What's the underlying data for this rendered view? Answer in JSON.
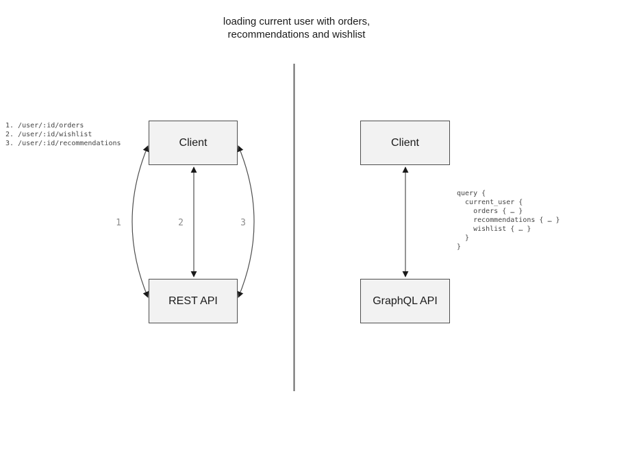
{
  "title": {
    "line1": "loading current user with orders,",
    "line2": "recommendations and wishlist"
  },
  "rest_side": {
    "client_label": "Client",
    "api_label": "REST API",
    "endpoints": [
      "1. /user/:id/orders",
      "2. /user/:id/wishlist",
      "3. /user/:id/recommendations"
    ],
    "arrow_labels": [
      "1",
      "2",
      "3"
    ]
  },
  "graphql_side": {
    "client_label": "Client",
    "api_label": "GraphQL API",
    "query_lines": [
      "query {",
      "  current_user {",
      "    orders { … }",
      "    recommendations { … }",
      "    wishlist { … }",
      "  }",
      "}"
    ]
  },
  "colors": {
    "background": "#ffffff",
    "box_fill": "#f2f2f2",
    "box_border": "#4d4d4d",
    "arrow_stroke": "#4d4d4d",
    "arrowhead_fill": "#1a1a1a",
    "divider": "#666666",
    "number_label": "#8c8c8c",
    "title_text": "#1a1a1a",
    "code_text": "#444444"
  }
}
